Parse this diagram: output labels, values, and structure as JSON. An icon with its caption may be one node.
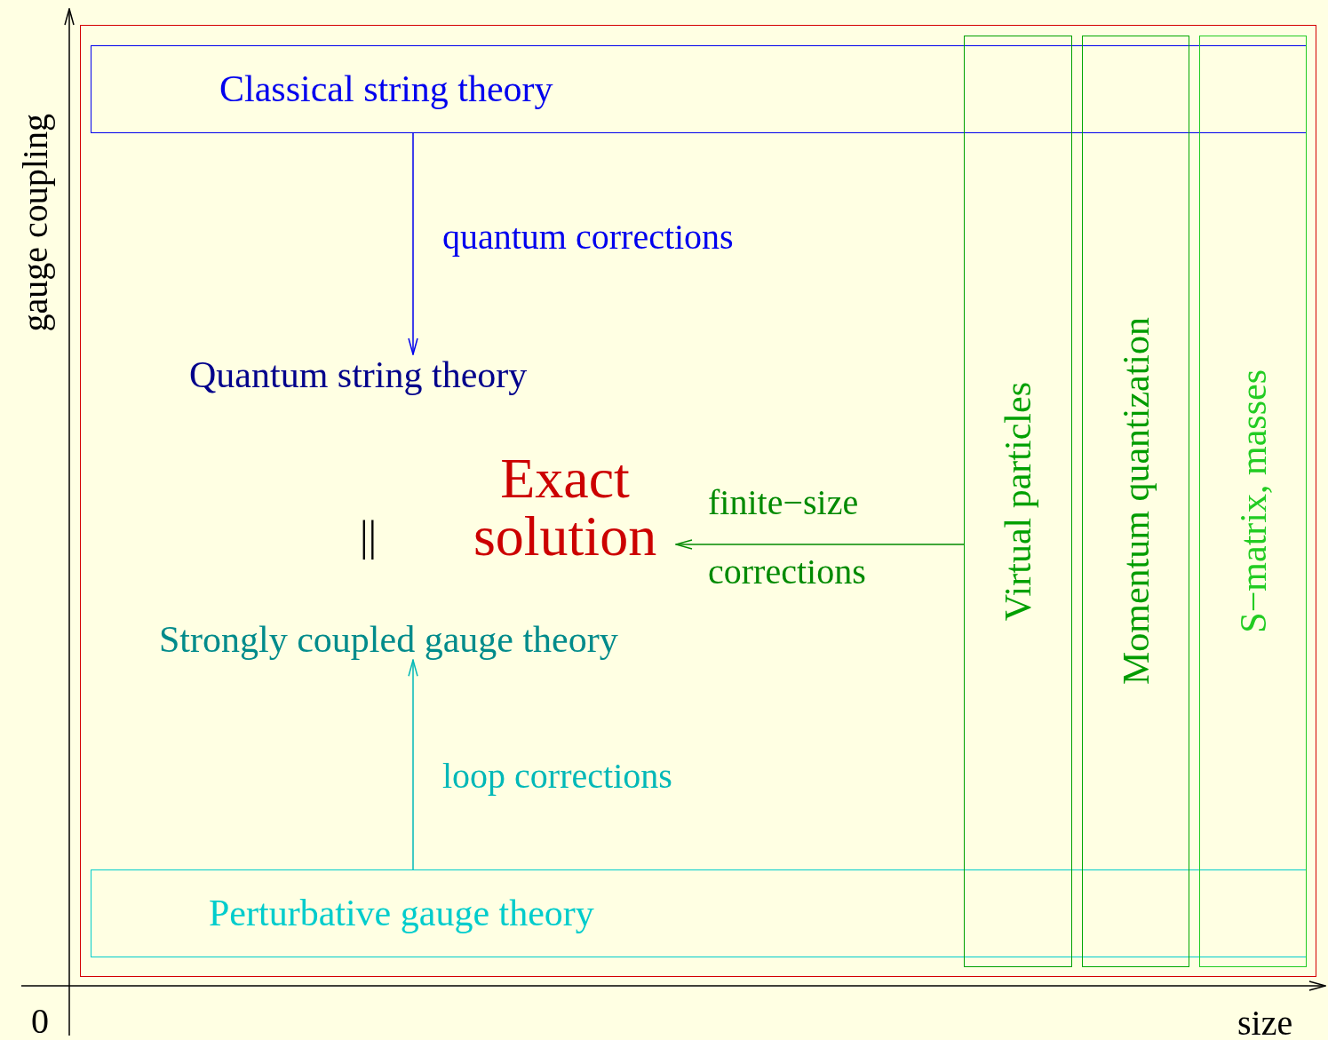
{
  "diagram": {
    "nodes": [
      {
        "text": [],
        "shape": "box"
      },
      {
        "text": [
          "Classical string theory"
        ],
        "in": 0
      },
      {
        "text": [
          "Quantum string theory"
        ],
        "in": 0
      },
      {
        "text": [
          "Exact solution"
        ],
        "in": 0
      },
      {
        "text": [
          "Strongly coupled gauge theory"
        ],
        "in": 0
      },
      {
        "text": [
          "Perturbative gauge theory"
        ],
        "in": 0
      },
      {
        "text": [
          "Virtual particles"
        ],
        "in": 0
      },
      {
        "text": [
          "Momentum quantization"
        ],
        "in": 0
      },
      {
        "text": [
          "S−matrix, masses"
        ],
        "in": 0
      }
    ],
    "edges": [
      {
        "from": 1,
        "to": 2,
        "arrow": "to",
        "label": "quantum corrections",
        "color": "#0000ee"
      },
      {
        "from": 5,
        "to": 4,
        "arrow": "to",
        "label": "loop corrections",
        "color": "#00b8b8"
      },
      {
        "from": 6,
        "to": 3,
        "arrow": "to",
        "label": "finite−size corrections",
        "color": "#008a00"
      }
    ],
    "labels": [
      "gauge coupling",
      "||",
      "0",
      "size"
    ]
  }
}
